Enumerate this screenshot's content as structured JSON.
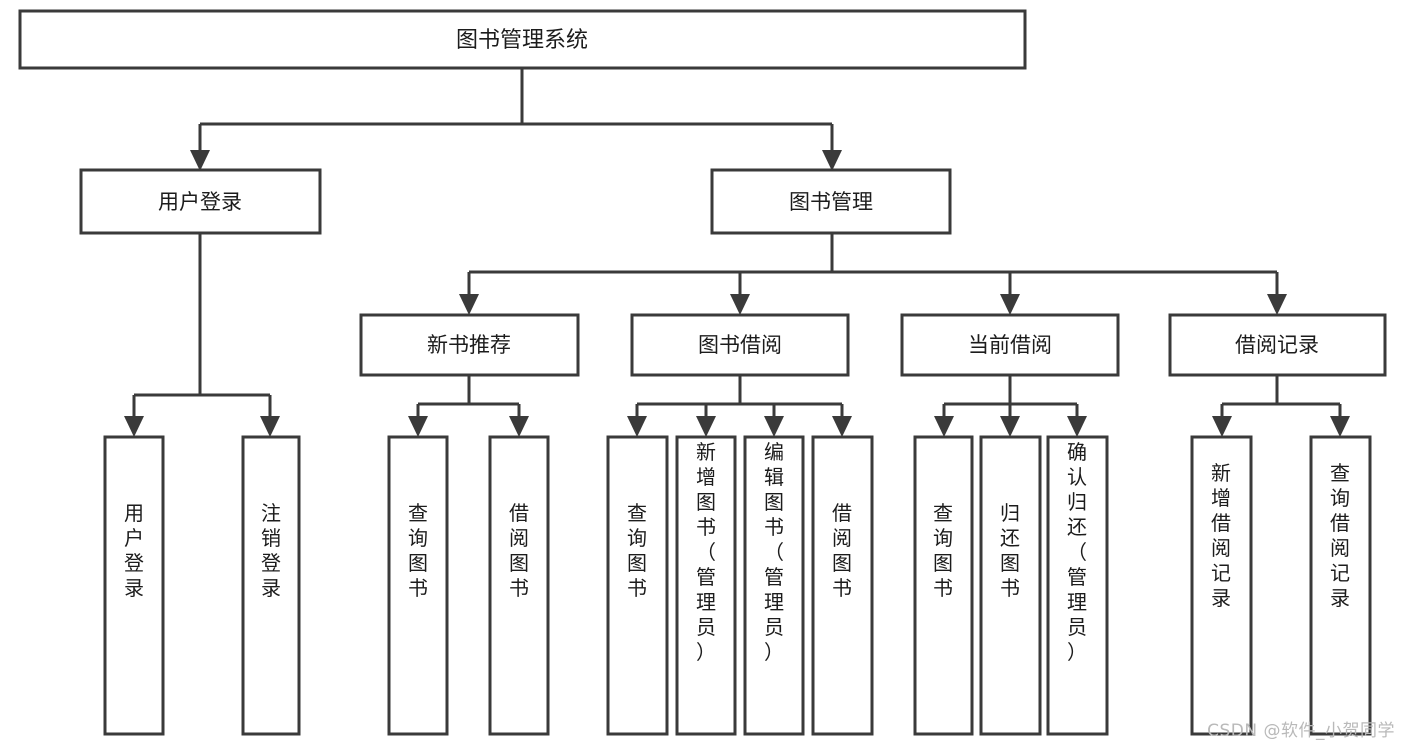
{
  "diagram": {
    "type": "tree-hierarchy",
    "title": "图书管理系统",
    "root": {
      "label": "图书管理系统",
      "level": 1
    },
    "level2": [
      {
        "label": "用户登录"
      },
      {
        "label": "图书管理"
      }
    ],
    "level3": [
      {
        "label": "新书推荐",
        "parent": "图书管理"
      },
      {
        "label": "图书借阅",
        "parent": "图书管理"
      },
      {
        "label": "当前借阅",
        "parent": "图书管理"
      },
      {
        "label": "借阅记录",
        "parent": "图书管理"
      }
    ],
    "leaves": {
      "用户登录": [
        {
          "label": "用户登录"
        },
        {
          "label": "注销登录"
        }
      ],
      "新书推荐": [
        {
          "label": "查询图书"
        },
        {
          "label": "借阅图书"
        }
      ],
      "图书借阅": [
        {
          "label": "查询图书"
        },
        {
          "label": "新增图书（管理员）"
        },
        {
          "label": "编辑图书（管理员）"
        },
        {
          "label": "借阅图书"
        }
      ],
      "当前借阅": [
        {
          "label": "查询图书"
        },
        {
          "label": "归还图书"
        },
        {
          "label": "确认归还（管理员）"
        }
      ],
      "借阅记录": [
        {
          "label": "新增借阅记录"
        },
        {
          "label": "查询借阅记录"
        }
      ]
    },
    "colors": {
      "stroke": "#3a3a3a",
      "fill": "#ffffff",
      "text": "#1c1c1c",
      "watermark": "#b9b9b9"
    }
  },
  "watermark": {
    "text": "CSDN @软件_小贺同学"
  }
}
